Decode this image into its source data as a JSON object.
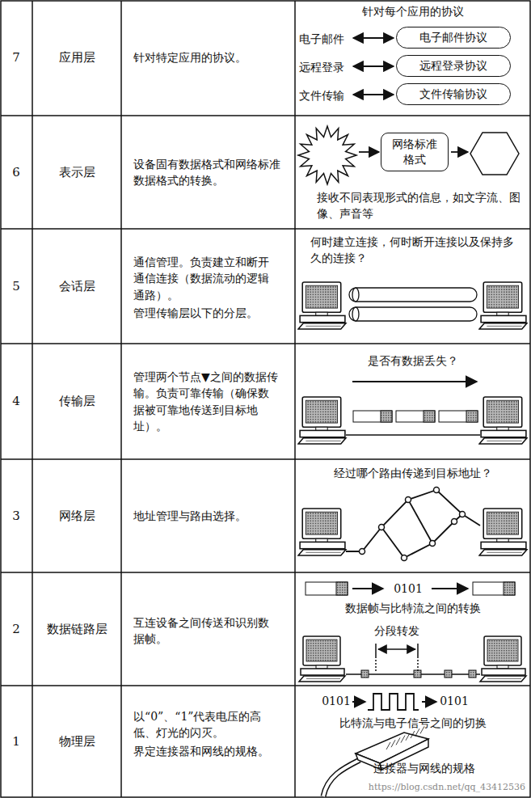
{
  "diagram": {
    "nodes": [
      {
        "text": [
          "电子邮件协议"
        ]
      },
      {
        "text": [
          "远程登录协议"
        ]
      },
      {
        "text": [
          "文件传输协议"
        ]
      },
      {
        "text": [
          "网络标准格式"
        ]
      }
    ],
    "labels": [
      "7",
      "应用层",
      "针对特定应用的协议。",
      "针对每个应用的协议",
      "电子邮件",
      "远程登录",
      "文件传输",
      "6",
      "表示层",
      "设备固有数据格式和网络标准数据格式的转换。",
      "接收不同表现形式的信息，如文字流、图像、声音等",
      "5",
      "会话层",
      "通信管理。负责建立和断开通信连接（数据流动的逻辑通路）。",
      "管理传输层以下的分层。",
      "何时建立连接，何时断开连接以及保持多久的连接？",
      "4",
      "传输层",
      "管理两个节点▼之间的数据传输。负责可靠传输（确保数据被可靠地传送到目标地址）。",
      "是否有数据丢失？",
      "3",
      "网络层",
      "地址管理与路由选择。",
      "经过哪个路由传递到目标地址？",
      "2",
      "数据链路层",
      "互连设备之间传送和识别数据帧。",
      "0101",
      "数据帧与比特流之间的转换",
      "分段转发",
      "1",
      "物理层",
      "以“0”、“1”代表电压的高低、灯光的闪灭。",
      "界定连接器和网线的规格。",
      "0101",
      "0101",
      "比特流与电子信号之间的切换",
      "连接器与网线的规格",
      "https://blog.csdn.net/qq_43412536"
    ]
  }
}
